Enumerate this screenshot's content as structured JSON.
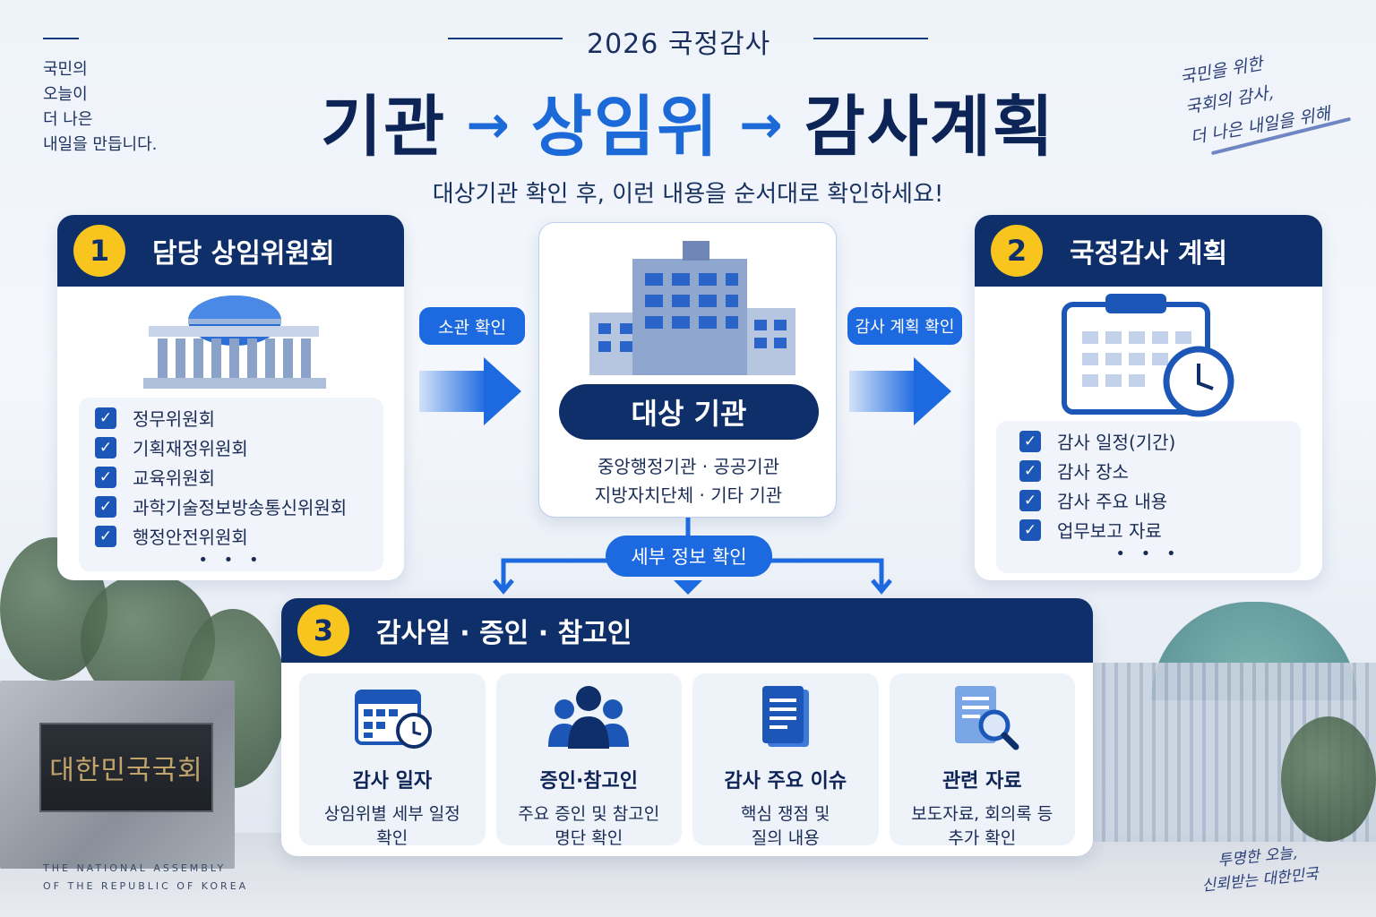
{
  "header": {
    "side_left": [
      "국민의",
      "오늘이",
      "더 나은",
      "내일을 만듭니다."
    ],
    "subtitle": "2026 국정감사",
    "hero": {
      "w1": "기관",
      "w2": "상임위",
      "w3": "감사계획",
      "arrow": "→"
    },
    "lead": "대상기관 확인 후, 이런 내용을 순서대로 확인하세요!",
    "side_right": [
      "국민을 위한",
      "국회의 감사,",
      "더 나은 내일을 위해"
    ]
  },
  "card1": {
    "num": "1",
    "title": "담당 상임위원회",
    "items": [
      "정무위원회",
      "기획재정위원회",
      "교육위원회",
      "과학기술정보방송통신위원회",
      "행정안전위원회"
    ],
    "more": "• • •"
  },
  "arrow_left_label": "소관 확인",
  "arrow_right_label": "감사 계획 확인",
  "center": {
    "title": "대상 기관",
    "line1": "중앙행정기관 · 공공기관",
    "line2": "지방자치단체 · 기타 기관"
  },
  "branch_label": "세부 정보 확인",
  "card2": {
    "num": "2",
    "title": "국정감사 계획",
    "items": [
      "감사 일정(기간)",
      "감사 장소",
      "감사 주요 내용",
      "업무보고 자료"
    ],
    "more": "• • •"
  },
  "card3": {
    "num": "3",
    "title": "감사일 · 증인 · 참고인",
    "subs": [
      {
        "title": "감사 일자",
        "desc1": "상임위별 세부 일정",
        "desc2": "확인",
        "icon": "calendar-clock-icon"
      },
      {
        "title": "증인·참고인",
        "desc1": "주요 증인 및 참고인",
        "desc2": "명단 확인",
        "icon": "people-icon"
      },
      {
        "title": "감사 주요 이슈",
        "desc1": "핵심 쟁점 및",
        "desc2": "질의 내용",
        "icon": "document-icon"
      },
      {
        "title": "관련 자료",
        "desc1": "보도자료, 회의록 등",
        "desc2": "추가 확인",
        "icon": "document-search-icon"
      }
    ]
  },
  "scenery": {
    "plaque": "대한민국국회",
    "eng1": "THE NATIONAL ASSEMBLY",
    "eng2": "OF THE REPUBLIC OF KOREA",
    "hand_bottom1": "투명한 오늘,",
    "hand_bottom2": "신뢰받는 대한민국"
  },
  "colors": {
    "navy": "#0f2f6b",
    "blue": "#1d6ae0",
    "yellow": "#f7c51e"
  }
}
